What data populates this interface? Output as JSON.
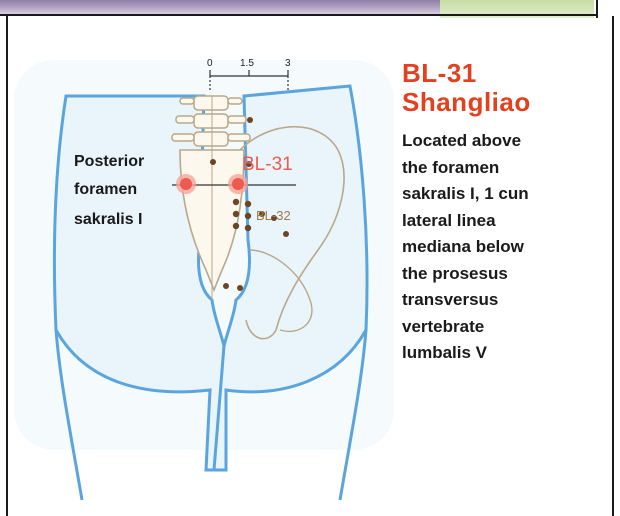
{
  "point": {
    "code": "BL-31",
    "name": "Shangliao"
  },
  "description": [
    "Located above",
    "the foramen",
    "sakralis I, 1 cun",
    "lateral linea",
    "mediana below",
    "the prosesus",
    "transversus",
    "vertebrate",
    "lumbalis V"
  ],
  "left_label": [
    "Posterior",
    "foramen",
    "sakralis I"
  ],
  "diagram": {
    "main_point_label": "BL-31",
    "secondary_point_label": "BL-32",
    "scale": {
      "ticks": [
        "0",
        "1.5",
        "3"
      ]
    }
  },
  "colors": {
    "title": "#e2401f",
    "point_main": "#ee5b4e",
    "point_glow": "#f7a29a",
    "body_outline": "#5aa5dd",
    "body_fill": "#e9f4fb",
    "bone_outline": "#b9a88a",
    "dots": "#6b4626"
  }
}
